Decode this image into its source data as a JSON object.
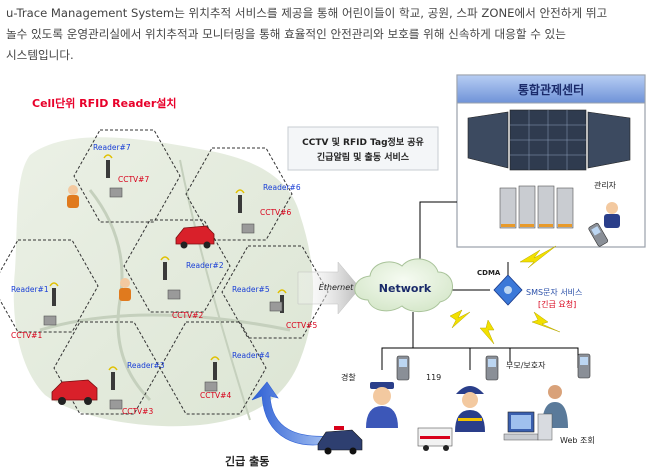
{
  "intro": {
    "line1": "u-Trace Management System는  위치추적 서비스를 제공을 통해 어린이들이 학교, 공원, 스파 ZONE에서  안전하게 뛰고",
    "line2": "놀수 있도록 운영관리실에서 위치추적과 모니터링을 통해 효율적인 안전관리와 보호를 위해 신속하게 대응할 수 있는",
    "line3": "시스템입니다."
  },
  "colors": {
    "title_red": "#e8002a",
    "reader_blue": "#1a3fd6",
    "cctv_red": "#d8001a",
    "control_blue": "#2a4fa8",
    "network_text": "#1a2a6a"
  },
  "diagram": {
    "left_title": "Cell단위 RFID Reader설치",
    "readers": [
      "Reader#7",
      "Reader#6",
      "Reader#2",
      "Reader#1",
      "Reader#5",
      "Reader#3",
      "Reader#4"
    ],
    "cctvs": [
      "CCTV#7",
      "CCTV#6",
      "CCTV#2",
      "CCTV#1",
      "CCTV#5",
      "CCTV#3",
      "CCTV#4"
    ],
    "service_line1": "CCTV 및 RFID Tag정보 공유",
    "service_line2": "긴급알림 및 출동 서비스",
    "control_center": "통합관제센터",
    "manager": "관리자",
    "ethernet": "Ethernet",
    "network": "Network",
    "cdma": "CDMA",
    "sms_line1": "SMS문자 서비스",
    "sms_line2": "[긴급 요청]",
    "police": "경찰",
    "emergency": "119",
    "parents": "부모/보호자",
    "web": "Web 조회",
    "dispatch": "긴급 출동"
  }
}
